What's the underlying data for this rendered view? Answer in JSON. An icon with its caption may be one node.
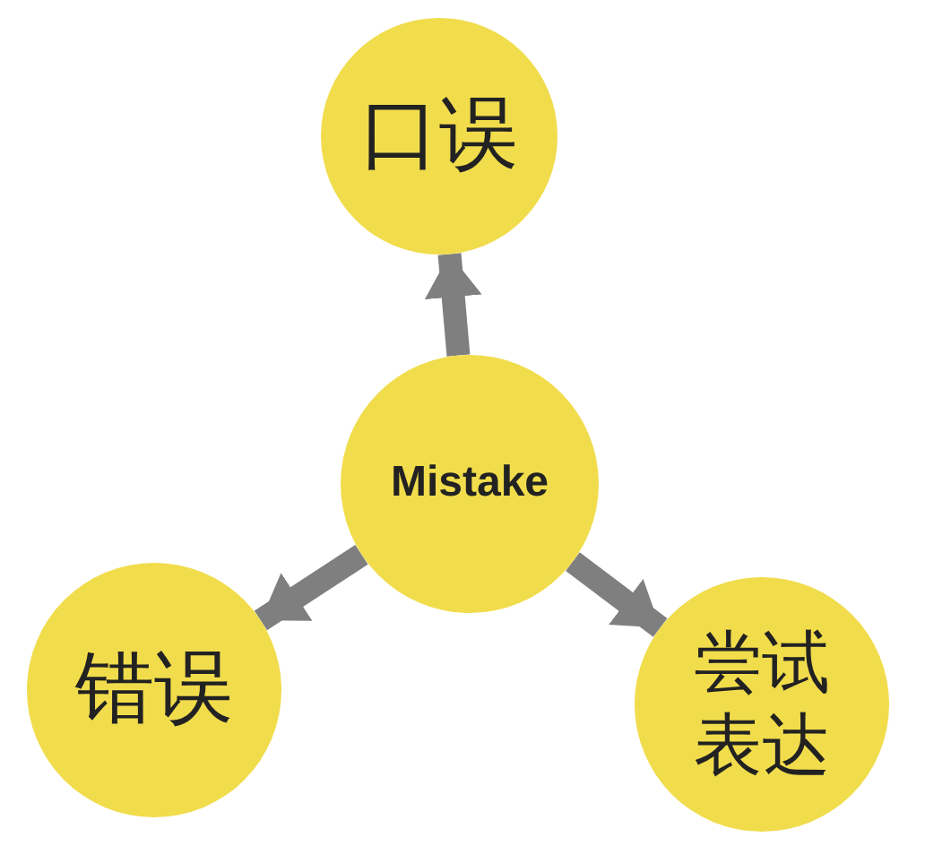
{
  "diagram": {
    "nodes": [
      {
        "text": [
          "口误"
        ]
      },
      {
        "text": [
          "Mistake"
        ]
      },
      {
        "text": [
          "错误"
        ]
      },
      {
        "text": [
          "尝试表达"
        ]
      }
    ],
    "edges": [
      {
        "from": 1,
        "to": 0,
        "arrow": "to"
      },
      {
        "from": 1,
        "to": 2,
        "arrow": "to"
      },
      {
        "from": 1,
        "to": 3,
        "arrow": "to"
      }
    ]
  }
}
